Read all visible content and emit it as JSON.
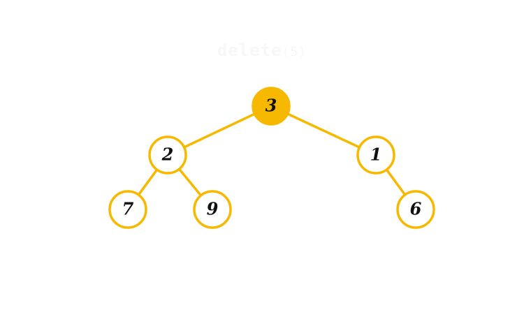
{
  "caption": {
    "function": "delete",
    "argument": "(5)"
  },
  "tree": {
    "nodes": [
      {
        "id": "n3",
        "label": "3",
        "highlighted": true
      },
      {
        "id": "n2",
        "label": "2",
        "highlighted": false
      },
      {
        "id": "n1",
        "label": "1",
        "highlighted": false
      },
      {
        "id": "n7",
        "label": "7",
        "highlighted": false
      },
      {
        "id": "n9",
        "label": "9",
        "highlighted": false
      },
      {
        "id": "n6",
        "label": "6",
        "highlighted": false
      }
    ],
    "edges": [
      {
        "from": "n3",
        "to": "n2"
      },
      {
        "from": "n3",
        "to": "n1"
      },
      {
        "from": "n2",
        "to": "n7"
      },
      {
        "from": "n2",
        "to": "n9"
      },
      {
        "from": "n1",
        "to": "n6"
      }
    ]
  },
  "colors": {
    "accent": "#f7b800",
    "node_fill": "#ffffff",
    "text": "#111111",
    "caption": "#f7f7f7"
  }
}
